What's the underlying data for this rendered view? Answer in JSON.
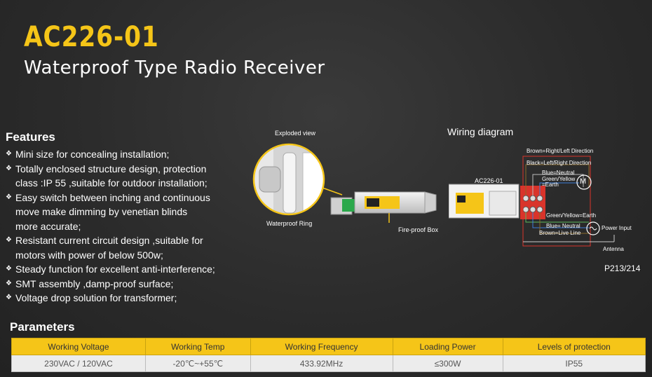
{
  "header": {
    "model": "AC226-01",
    "subtitle": "Waterproof Type Radio Receiver"
  },
  "features": {
    "heading": "Features",
    "items": [
      "Mini size for concealing installation;",
      "Totally enclosed structure design, protection",
      "class :IP 55 ,suitable for outdoor installation;",
      "Easy switch between inching and continuous",
      "move make dimming by venetian blinds",
      "more accurate;",
      "Resistant current circuit design ,suitable for",
      "motors with power of below 500w;",
      "Steady function for excellent anti-interference;",
      "SMT assembly ,damp-proof surface;",
      "Voltage drop solution for transformer;"
    ],
    "bullet_rows": [
      true,
      true,
      false,
      true,
      false,
      false,
      true,
      false,
      true,
      true,
      true
    ]
  },
  "exploded": {
    "label": "Exploded view",
    "ring_label": "Waterproof Ring",
    "box_label": "Fire-proof Box"
  },
  "wiring": {
    "title": "Wiring diagram",
    "device_label": "AC226-01",
    "brown_rl": "Brown=Right/Left Direction",
    "black_lr": "Black=Left/Right Direction",
    "blue_neutral": "Blue=Neutral",
    "green_yellow": "Green/Yellow",
    "earth": "=Earth",
    "green_yellow_earth": "Green/Yellow=Earth",
    "blue_neutral2": "Blue= Neutral",
    "brown_live": "Brown=Live Line",
    "power_input": "Power Input",
    "antenna": "Antenna",
    "motor": "M",
    "page_ref": "P213/214"
  },
  "parameters": {
    "heading": "Parameters",
    "headers": [
      "Working Voltage",
      "Working Temp",
      "Working Frequency",
      "Loading Power",
      "Levels of protection"
    ],
    "values": [
      "230VAC / 120VAC",
      "-20℃~+55℃",
      "433.92MHz",
      "≤300W",
      "IP55"
    ]
  },
  "colors": {
    "accent": "#f5c518",
    "background": "#2b2b2b",
    "wire_red": "#d9342b"
  }
}
